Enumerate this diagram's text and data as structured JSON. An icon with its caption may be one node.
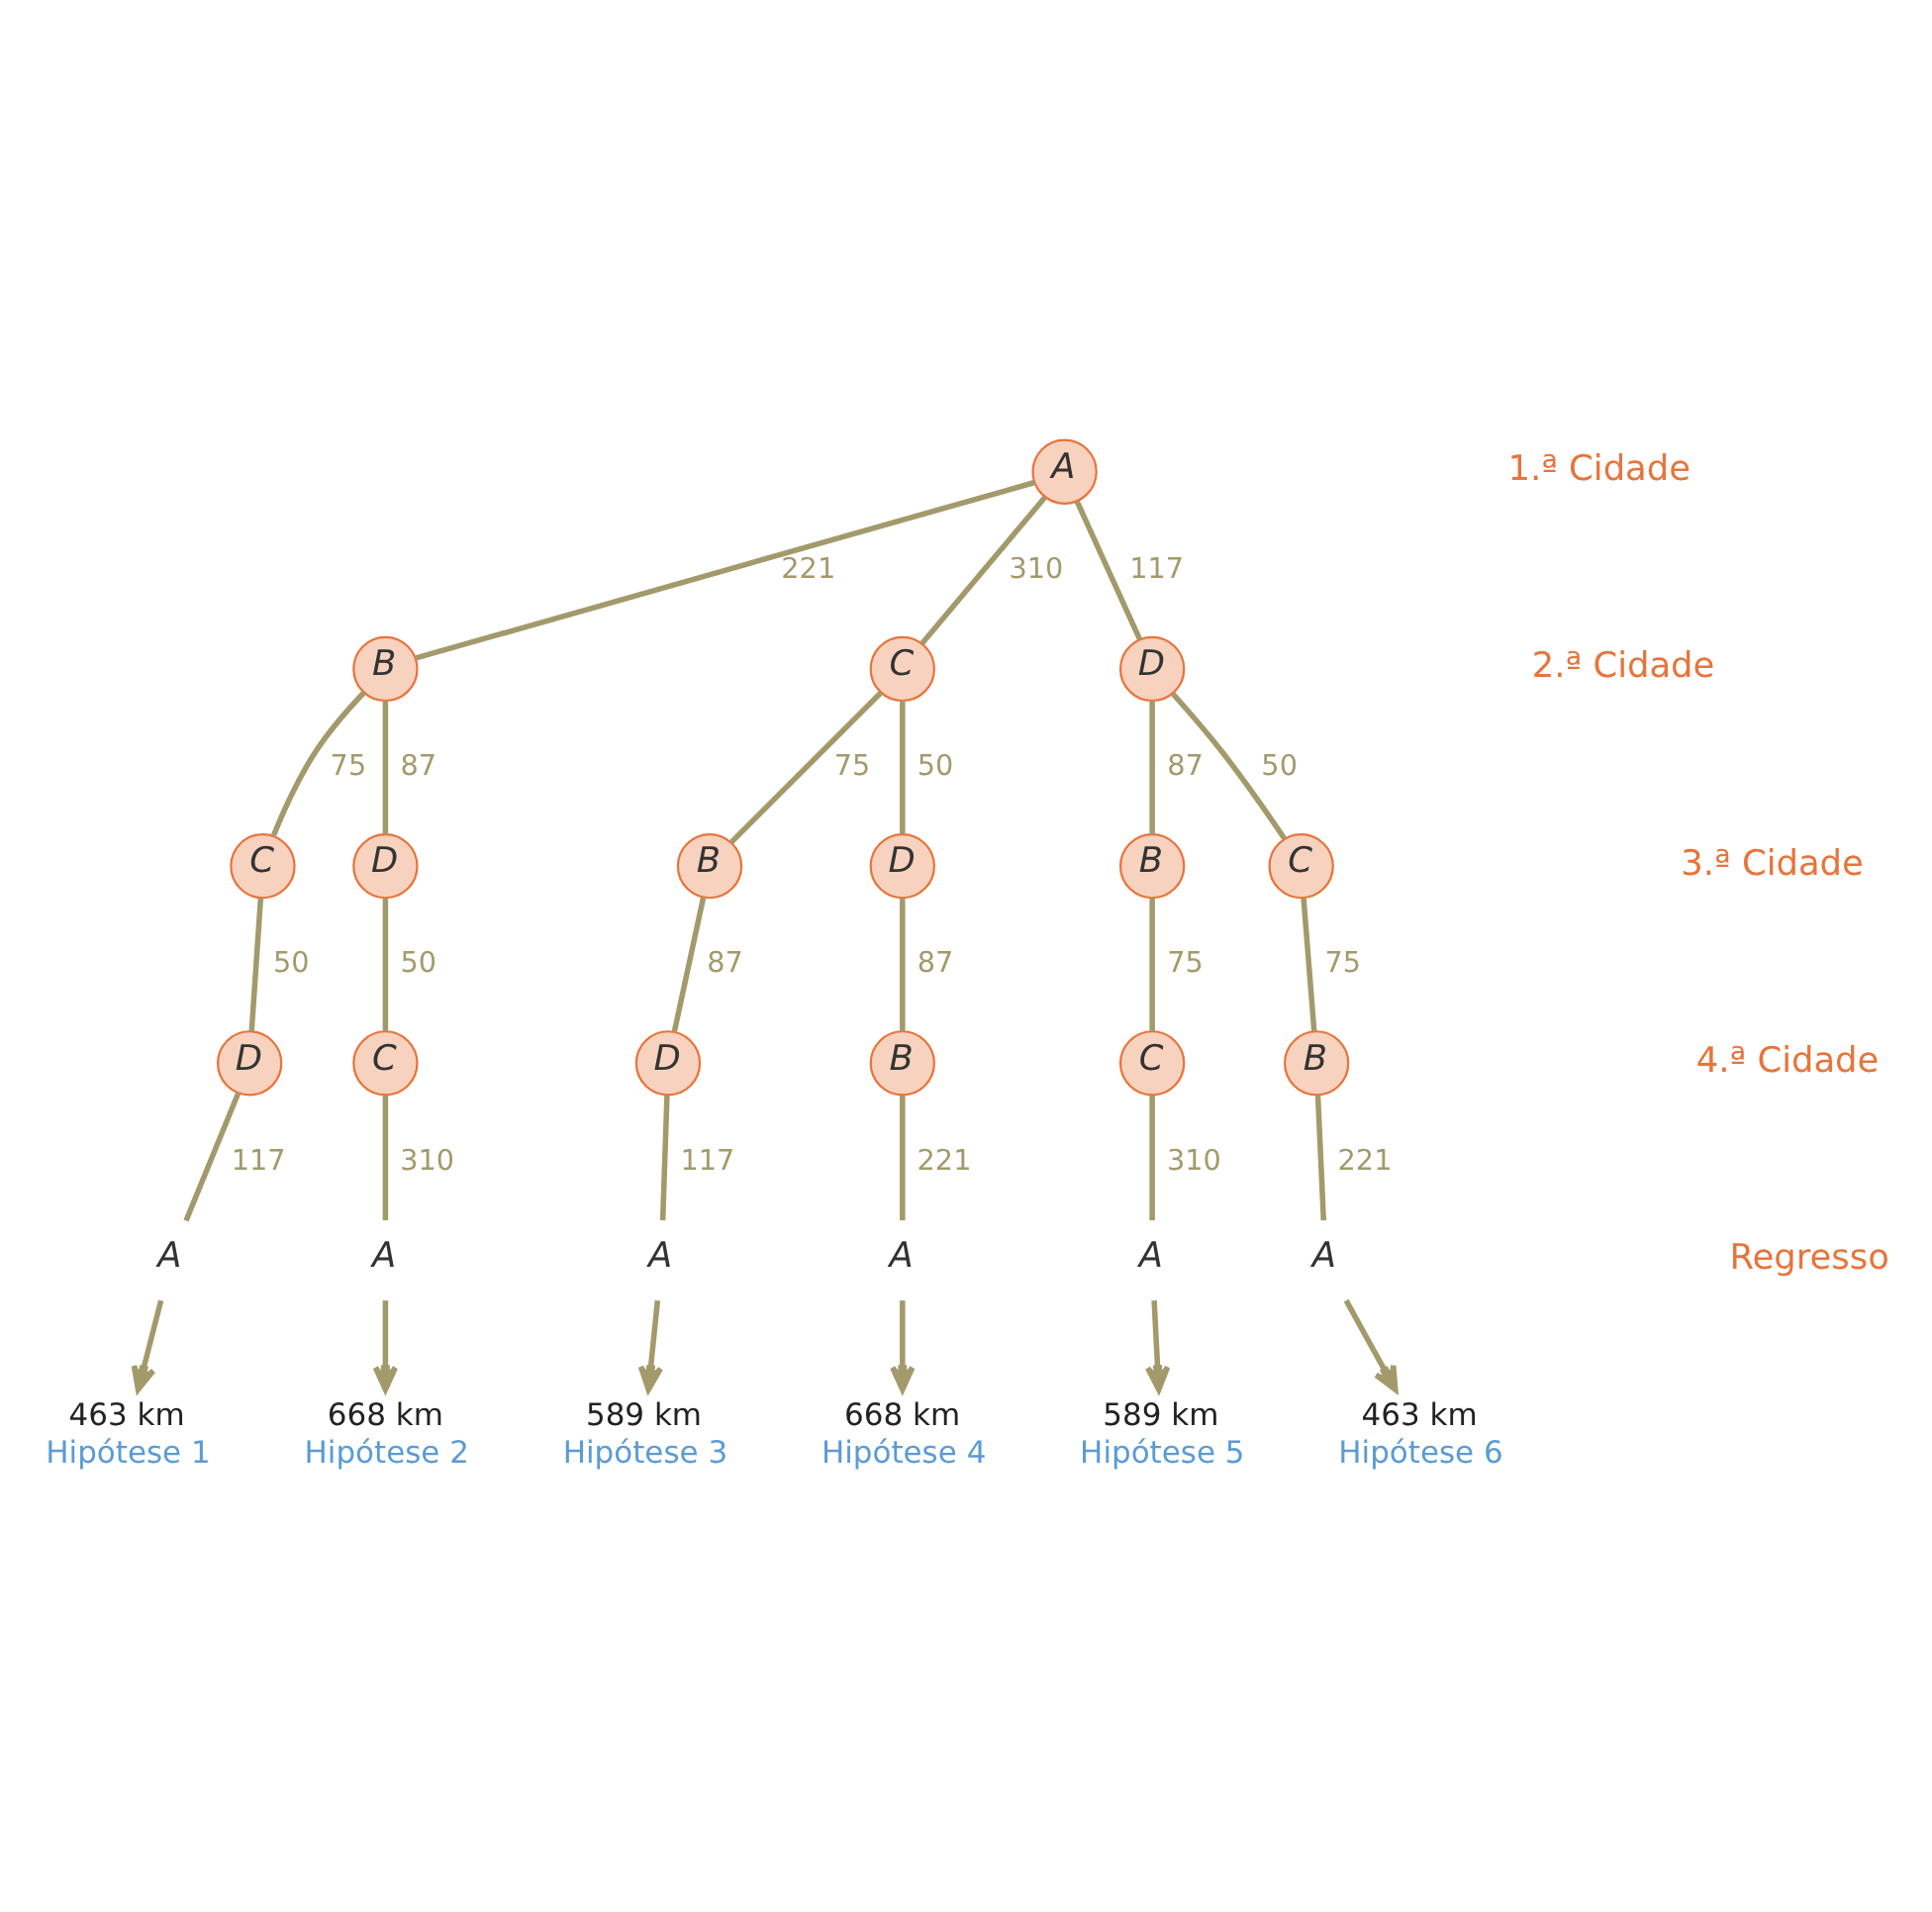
{
  "diagram": {
    "nodes": [
      {
        "text": [
          "A"
        ]
      },
      {
        "text": [
          "B"
        ]
      },
      {
        "text": [
          "C"
        ]
      },
      {
        "text": [
          "D"
        ]
      },
      {
        "text": [
          "C"
        ]
      },
      {
        "text": [
          "D"
        ]
      },
      {
        "text": [
          "B"
        ]
      },
      {
        "text": [
          "D"
        ]
      },
      {
        "text": [
          "B"
        ]
      },
      {
        "text": [
          "C"
        ]
      },
      {
        "text": [
          "D"
        ]
      },
      {
        "text": [
          "C"
        ]
      },
      {
        "text": [
          "D"
        ]
      },
      {
        "text": [
          "B"
        ]
      },
      {
        "text": [
          "C"
        ]
      },
      {
        "text": [
          "B"
        ]
      },
      {
        "text": [
          "A"
        ]
      },
      {
        "text": [
          "A"
        ]
      },
      {
        "text": [
          "A"
        ]
      },
      {
        "text": [
          "A"
        ]
      },
      {
        "text": [
          "A"
        ]
      },
      {
        "text": [
          "A"
        ]
      },
      {
        "text": [
          "463 km",
          "Hipótese 1"
        ]
      },
      {
        "text": [
          "668 km",
          "Hipótese 2"
        ]
      },
      {
        "text": [
          "589 km",
          "Hipótese 3"
        ]
      },
      {
        "text": [
          "668 km",
          "Hipótese 4"
        ]
      },
      {
        "text": [
          "589 km",
          "Hipótese 5"
        ]
      },
      {
        "text": [
          "463 km",
          "Hipótese 6"
        ]
      }
    ],
    "edges": [
      {
        "from": 0,
        "to": 1,
        "arrow": "none",
        "label": "221"
      },
      {
        "from": 0,
        "to": 2,
        "arrow": "none",
        "label": "310"
      },
      {
        "from": 0,
        "to": 3,
        "arrow": "none",
        "label": "117"
      },
      {
        "from": 1,
        "to": 4,
        "arrow": "none",
        "label": "75"
      },
      {
        "from": 1,
        "to": 5,
        "arrow": "none",
        "label": "87"
      },
      {
        "from": 2,
        "to": 6,
        "arrow": "none",
        "label": "75"
      },
      {
        "from": 2,
        "to": 7,
        "arrow": "none",
        "label": "50"
      },
      {
        "from": 3,
        "to": 8,
        "arrow": "none",
        "label": "87"
      },
      {
        "from": 3,
        "to": 9,
        "arrow": "none",
        "label": "50"
      },
      {
        "from": 4,
        "to": 10,
        "arrow": "none",
        "label": "50"
      },
      {
        "from": 5,
        "to": 11,
        "arrow": "none",
        "label": "50"
      },
      {
        "from": 6,
        "to": 12,
        "arrow": "none",
        "label": "87"
      },
      {
        "from": 7,
        "to": 13,
        "arrow": "none",
        "label": "87"
      },
      {
        "from": 8,
        "to": 14,
        "arrow": "none",
        "label": "75"
      },
      {
        "from": 9,
        "to": 15,
        "arrow": "none",
        "label": "75"
      },
      {
        "from": 10,
        "to": 16,
        "arrow": "none",
        "label": "117"
      },
      {
        "from": 11,
        "to": 17,
        "arrow": "none",
        "label": "310"
      },
      {
        "from": 12,
        "to": 18,
        "arrow": "none",
        "label": "117"
      },
      {
        "from": 13,
        "to": 19,
        "arrow": "none",
        "label": "221"
      },
      {
        "from": 14,
        "to": 20,
        "arrow": "none",
        "label": "310"
      },
      {
        "from": 15,
        "to": 21,
        "arrow": "none",
        "label": "221"
      },
      {
        "from": 16,
        "to": 22,
        "arrow": "to"
      },
      {
        "from": 17,
        "to": 23,
        "arrow": "to"
      },
      {
        "from": 18,
        "to": 24,
        "arrow": "to"
      },
      {
        "from": 19,
        "to": 25,
        "arrow": "to"
      },
      {
        "from": 20,
        "to": 26,
        "arrow": "to"
      },
      {
        "from": 21,
        "to": 27,
        "arrow": "to"
      }
    ],
    "labels": [
      "1.ª Cidade",
      "2.ª Cidade",
      "3.ª Cidade",
      "4.ª Cidade",
      "Regresso"
    ]
  }
}
